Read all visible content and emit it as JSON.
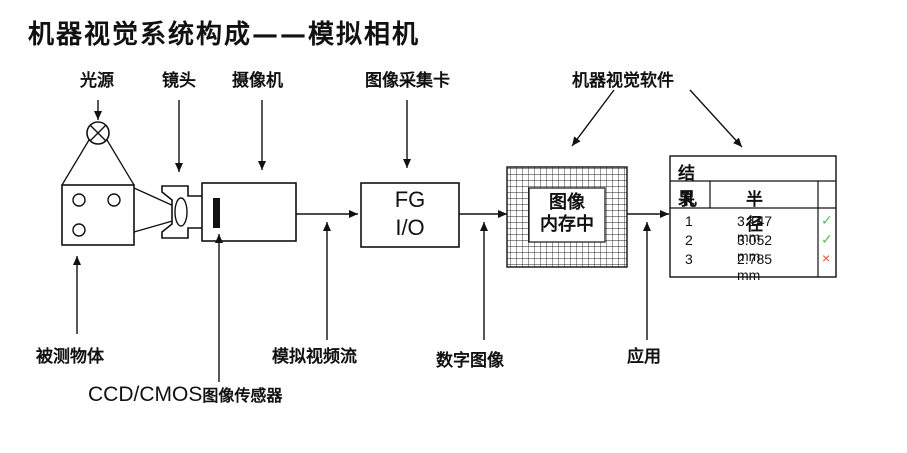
{
  "title": "机器视觉系统构成——模拟相机",
  "labels": {
    "light_source": "光源",
    "lens": "镜头",
    "camera": "摄像机",
    "frame_grabber": "图像采集卡",
    "vision_software": "机器视觉软件",
    "object": "被测物体",
    "analog_stream": "模拟视频流",
    "digital_image": "数字图像",
    "application": "应用",
    "sensor_latin": "CCD/CMOS",
    "sensor_cn": "图像传感器"
  },
  "fg_box": {
    "line1": "FG",
    "line2": "I/O"
  },
  "memory_box": {
    "line1": "图像",
    "line2": "内存中"
  },
  "results": {
    "header": "结果",
    "col_hole": "孔",
    "col_radius": "半径",
    "rows": [
      {
        "id": "1",
        "value": "3.147 mm",
        "status": "✓",
        "status_color": "#5cc05c"
      },
      {
        "id": "2",
        "value": "3.052 mm",
        "status": "✓",
        "status_color": "#5cc05c"
      },
      {
        "id": "3",
        "value": "2.785 mm",
        "status": "×",
        "status_color": "#e05030"
      }
    ]
  }
}
